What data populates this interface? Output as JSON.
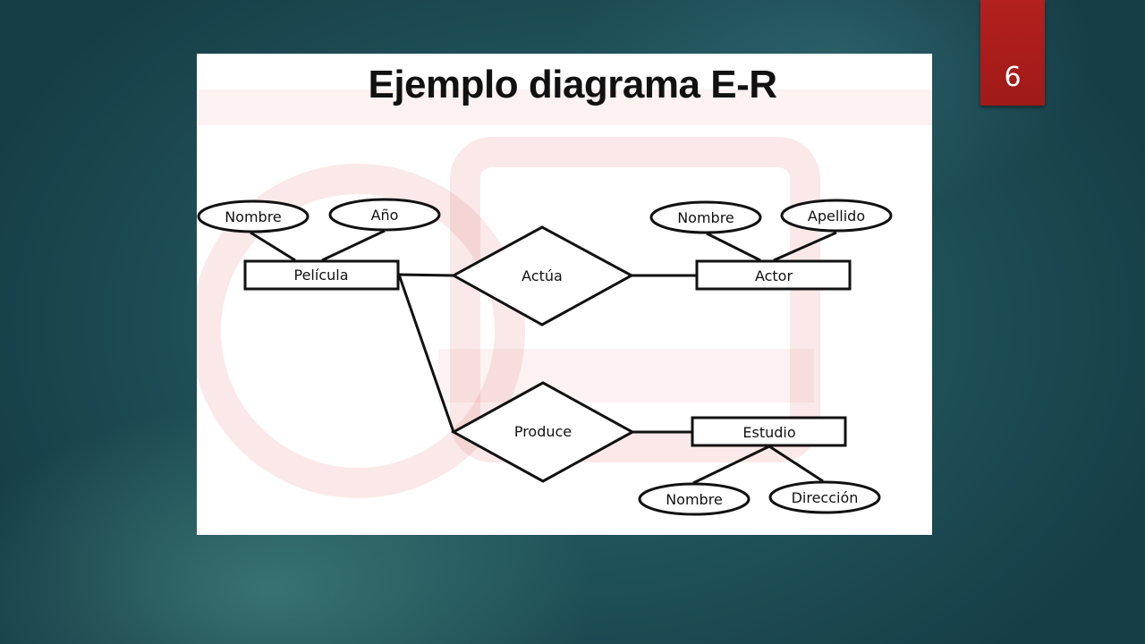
{
  "slide": {
    "title": "Ejemplo diagrama E-R",
    "page_number": "6"
  },
  "diagram": {
    "entities": {
      "pelicula": "Película",
      "actor": "Actor",
      "estudio": "Estudio"
    },
    "relationships": {
      "actua": "Actúa",
      "produce": "Produce"
    },
    "attributes": {
      "pelicula_nombre": "Nombre",
      "pelicula_anio": "Año",
      "actor_nombre": "Nombre",
      "actor_apellido": "Apellido",
      "estudio_nombre": "Nombre",
      "estudio_direccion": "Dirección"
    }
  },
  "colors": {
    "background": "#1f5158",
    "page_tab": "#a81c1a",
    "watermark": "#c9302c"
  }
}
